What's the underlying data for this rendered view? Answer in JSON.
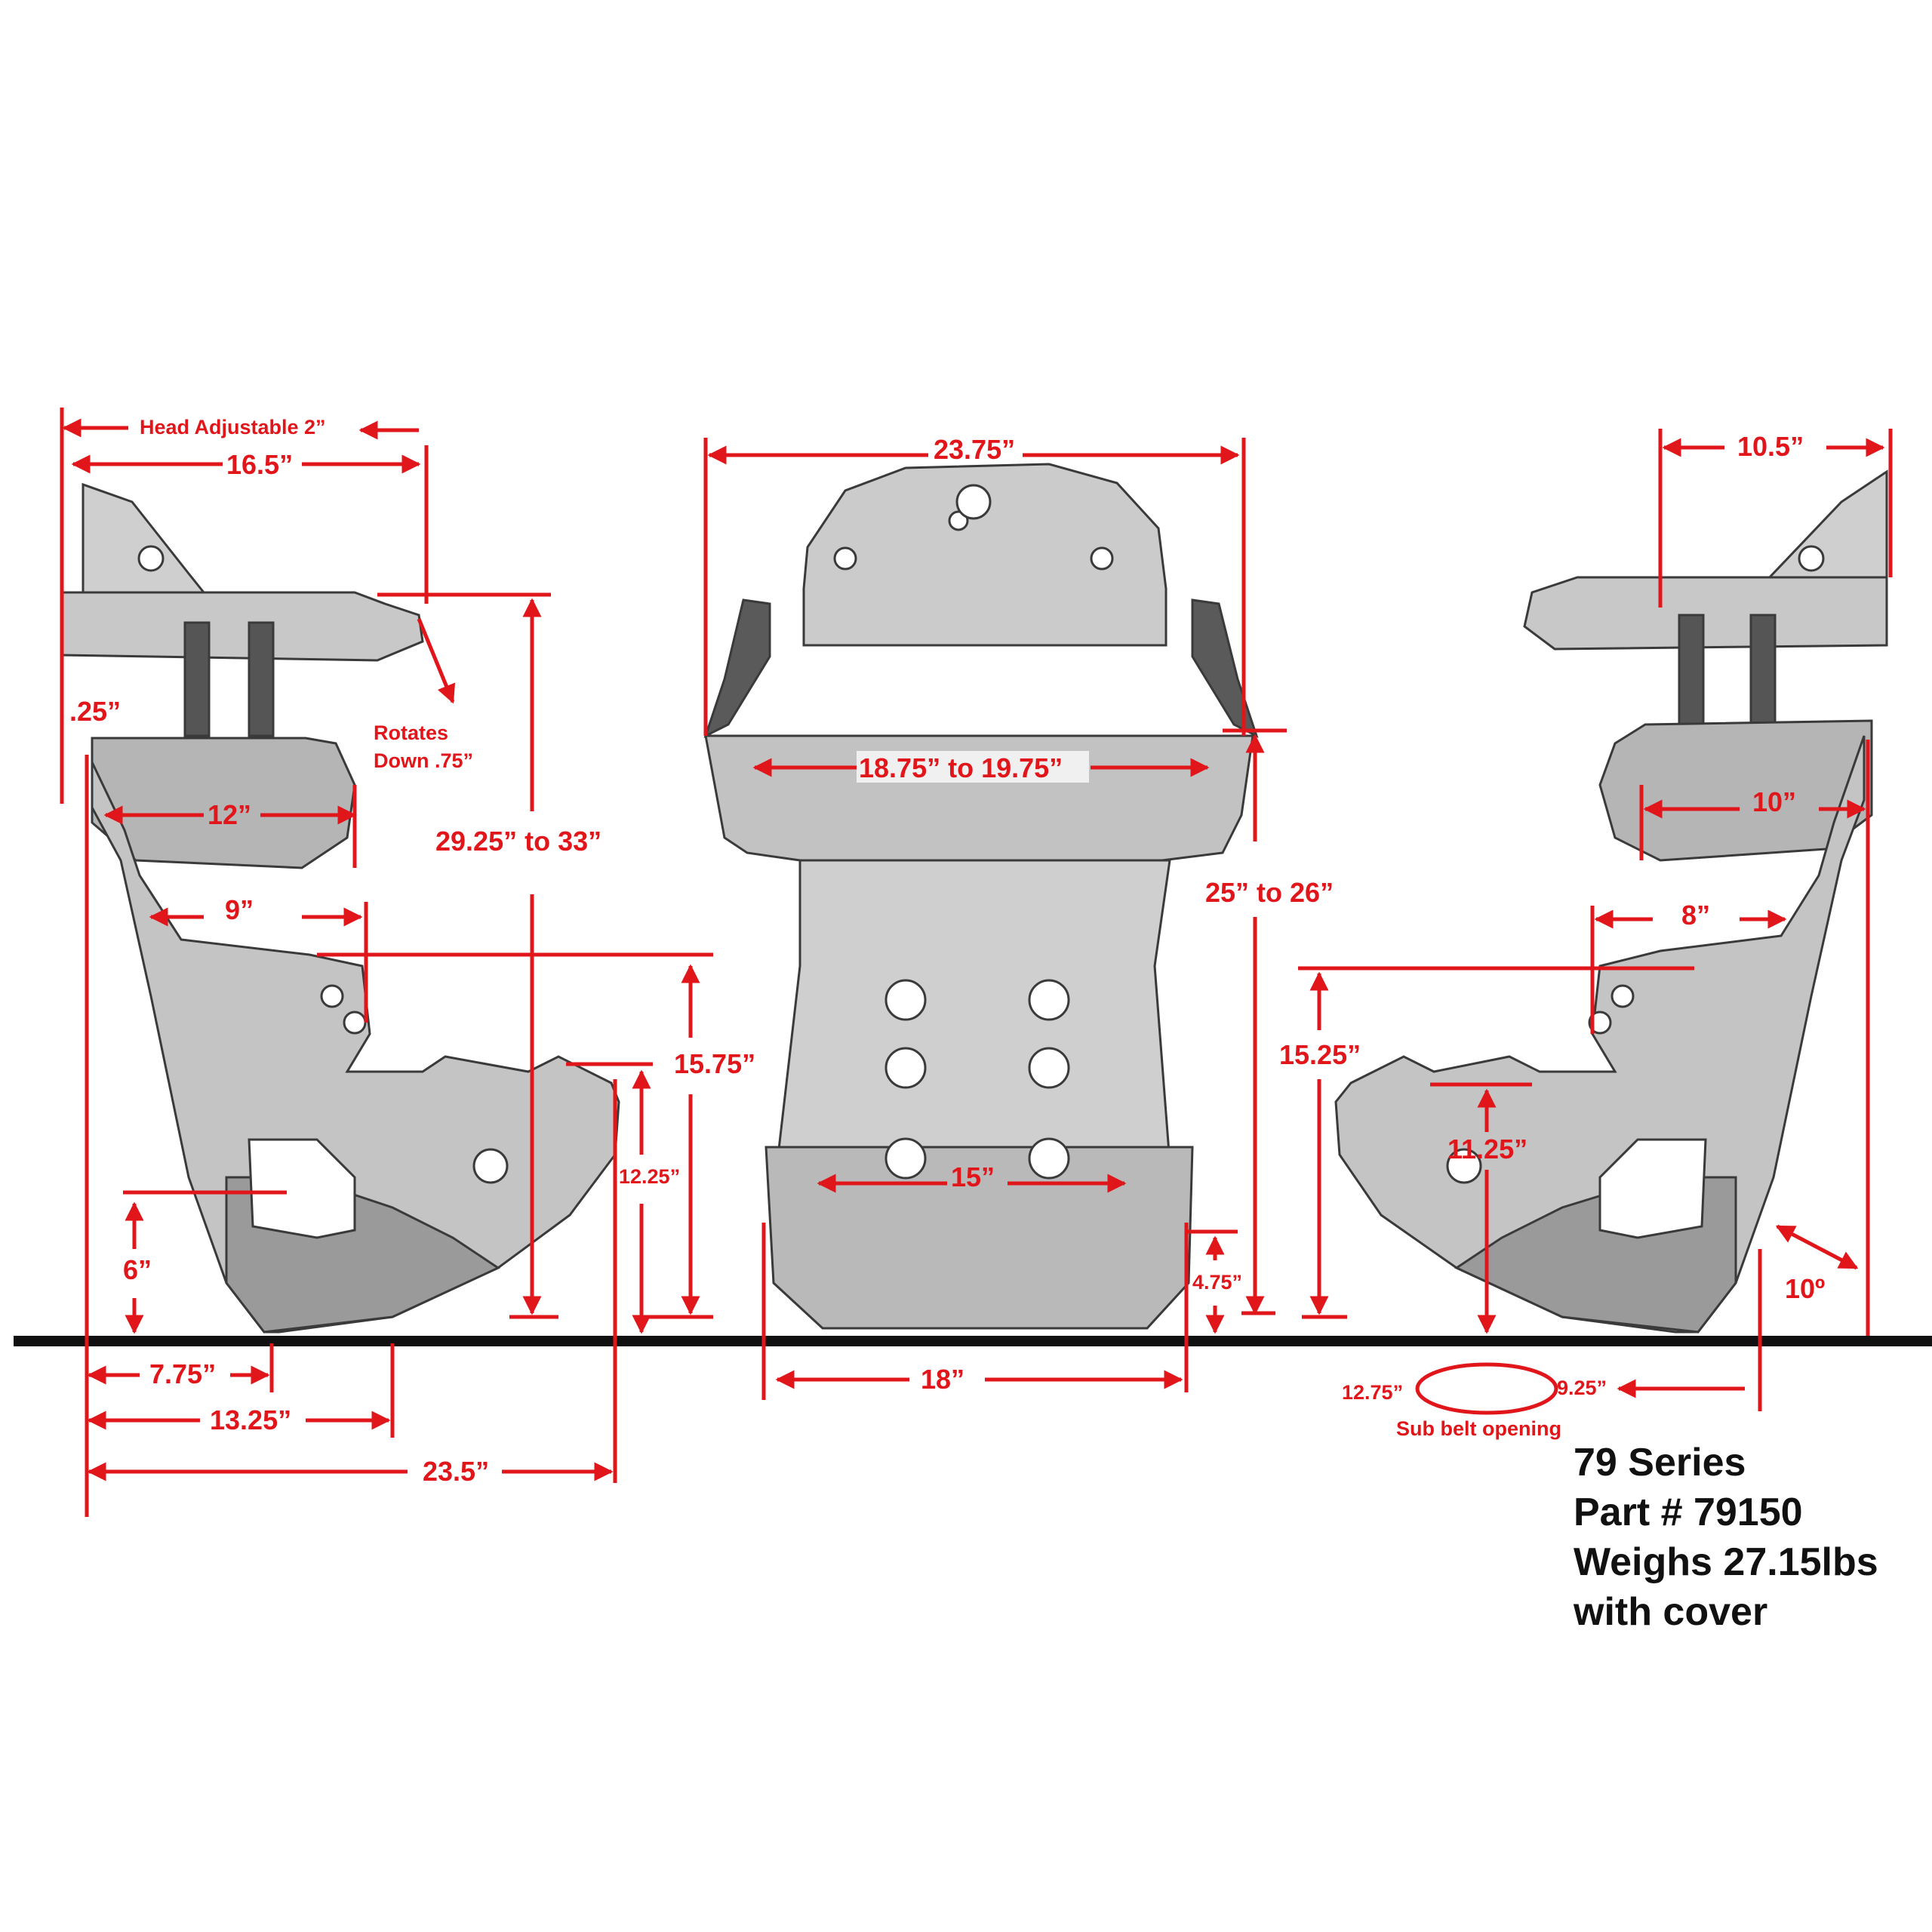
{
  "colors": {
    "dimension": "#e1161b",
    "ground": "#111111",
    "steel": "#c9c9c9",
    "steel_dark": "#6e6e6e",
    "text": "#111111"
  },
  "left_view": {
    "head_adjustable": "Head Adjustable 2”",
    "headrest_width": "16.5”",
    "offset": ".25”",
    "rotates": "Rotates",
    "rotates_down": "Down .75”",
    "shoulder_width": "12”",
    "overall_height": "29.25” to 33”",
    "rib_width": "9”",
    "shoulder_height": "15.75”",
    "knee_height": "12.25”",
    "belt_height": "6”",
    "seat_to_bottom": "7.75”",
    "seat_front": "13.25”",
    "overall_depth": "23.5”"
  },
  "center_view": {
    "top_width": "23.75”",
    "shoulder_width": "18.75” to 19.75”",
    "back_height": "25” to 26”",
    "hip_width": "15”",
    "bottom_height": "4.75”",
    "base_width": "18”"
  },
  "right_view": {
    "headrest_depth": "10.5”",
    "shoulder_depth": "10”",
    "rib_depth": "8”",
    "rib_height": "15.25”",
    "thigh_height": "11.25”",
    "recline_angle": "10º",
    "sub_belt_length": "12.75”",
    "sub_belt_width": "9.25”",
    "sub_belt_label": "Sub belt opening"
  },
  "product": {
    "series": "79 Series",
    "part": "Part # 79150",
    "weight": "Weighs 27.15lbs",
    "cover": "with cover"
  }
}
